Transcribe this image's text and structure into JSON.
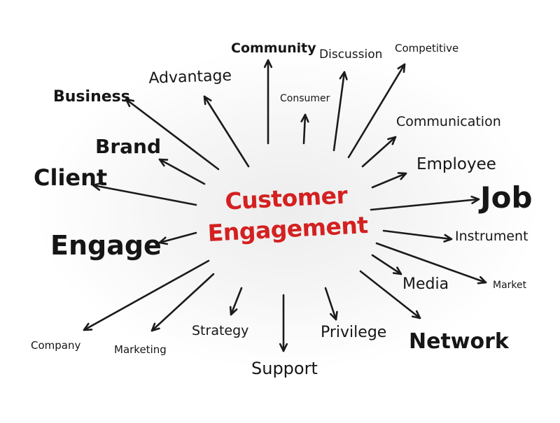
{
  "center": {
    "line1": "Customer",
    "line2": "Engagement",
    "color": "#d42020"
  },
  "nodes": {
    "community": "Community",
    "discussion": "Discussion",
    "competitive": "Competitive",
    "advantage": "Advantage",
    "consumer": "Consumer",
    "business": "Business",
    "communication": "Communication",
    "brand": "Brand",
    "employee": "Employee",
    "client": "Client",
    "job": "Job",
    "instrument": "Instrument",
    "engage": "Engage",
    "media": "Media",
    "market": "Market",
    "strategy": "Strategy",
    "privilege": "Privilege",
    "network": "Network",
    "company": "Company",
    "marketing": "Marketing",
    "support": "Support"
  },
  "text_color": "#161616",
  "arrow_color": "#1b1b1b"
}
